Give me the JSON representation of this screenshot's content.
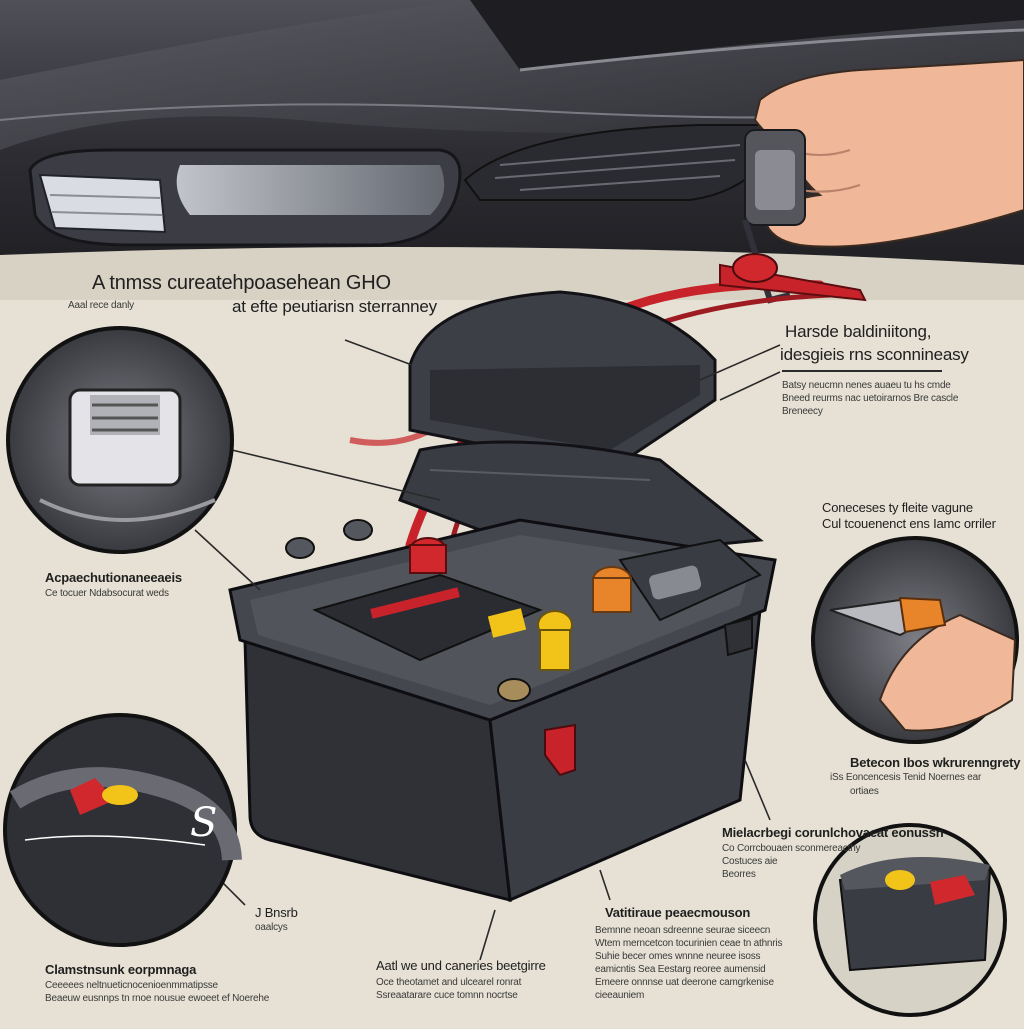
{
  "illustration": {
    "headline_line1": "A tnmss cureatehpoasehean GHO",
    "headline_line2": "at efte peutiarisn sterranney",
    "small_top_left": "Aaal rece danly",
    "right_heading_line1": "Harsde baldiniitong,",
    "right_heading_line2": "idesgieis rns sconnineasy",
    "right_body": [
      "Batsy neucmn nenes auaeu tu hs cmde",
      "Bneed reurms nac uetoirarnos Bre cascle",
      "Breneecy"
    ],
    "left_label_heading": "Acpaechutionaneeaeis",
    "left_label_body": "Ce tocuer Ndabsocurat weds",
    "right_mid_heading_line1": "Coneceses ty fleite vagune",
    "right_mid_heading_line2": "Cul tcouenenct ens Iamc orriler",
    "right_low_heading": "Betecon Ibos wkrurenngrety",
    "right_low_body": [
      "iSs Eoncencesis Tenid Noernes ear",
      "ortiaes"
    ],
    "bottom_right_heading": "Mielacrbegi corunlchovaeat eonussn",
    "bottom_right_body": [
      "Co Corrcbouaen sconmereacthy",
      "Costuces aie",
      "Beorres"
    ],
    "left_circle_caption_heading": "J Bnsrb",
    "left_circle_caption_body": "oaalcys",
    "bottom_mid_heading": "Vatitiraue peaecmouson",
    "bottom_mid_body": [
      "Bemnne neoan sdreenne seurae siceecn",
      "Wtem merncetcon tocurinien ceae tn athnris",
      "Suhie becer omes wnnne neuree isoss",
      "eamicntis Sea Eestarg reoree  aumensid",
      "Emeere onnnse uat deerone camgrkenise",
      "cieeauniem"
    ],
    "bottom_center_heading": "Aatl we und caneries beetgirre",
    "bottom_center_body": [
      "Oce theotamet and ulcearel ronrat",
      "Ssreaatarare cuce tomnn nocrtse"
    ],
    "bottom_left_heading": "Clamstnsunk eorpmnaga",
    "bottom_left_body": [
      "Ceeeees neltnueticnocenioenmmatipsse",
      "Beaeuw eusnnps tn rnoe nousue ewoeet ef Noerehe"
    ],
    "circle_script_letter": "S",
    "colors": {
      "background": "#e6e1d4",
      "car_body": "#3a3a3f",
      "battery": "#34363b",
      "cable": "#c8232a",
      "terminal_red": "#d0282d",
      "terminal_orange": "#e8842a",
      "terminal_yellow": "#f2c318",
      "skin": "#f0b898"
    },
    "icons": [
      "car-front-icon",
      "hand-icon",
      "battery-icon",
      "terminal-cap-icon",
      "magnifier-circle-icon"
    ]
  }
}
